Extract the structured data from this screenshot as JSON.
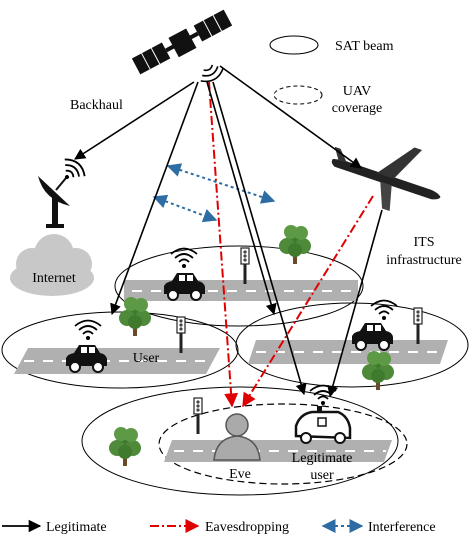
{
  "labels": {
    "sat_beam": "SAT beam",
    "uav_line1": "UAV",
    "uav_line2": "coverage",
    "backhaul": "Backhaul",
    "internet": "Internet",
    "its_line1": "ITS",
    "its_line2": "infrastructure",
    "user": "User",
    "eve": "Eve",
    "legit_line1": "Legitimate",
    "legit_line2": "user"
  },
  "legend": {
    "legitimate": "Legitimate",
    "eavesdropping": "Eavesdropping",
    "interference": "Interference"
  },
  "colors": {
    "legitimate": "#000000",
    "eavesdropping": "#e00000",
    "interference": "#2e6da4",
    "road": "#b0b0b0",
    "tree": "#4e8a3a",
    "cloud": "#c8c8c8"
  },
  "icons": [
    "satellite-icon",
    "ground-station-icon",
    "internet-cloud-icon",
    "uav-drone-icon",
    "car-icon",
    "traffic-light-icon",
    "tree-icon",
    "eve-person-icon",
    "wifi-icon"
  ]
}
